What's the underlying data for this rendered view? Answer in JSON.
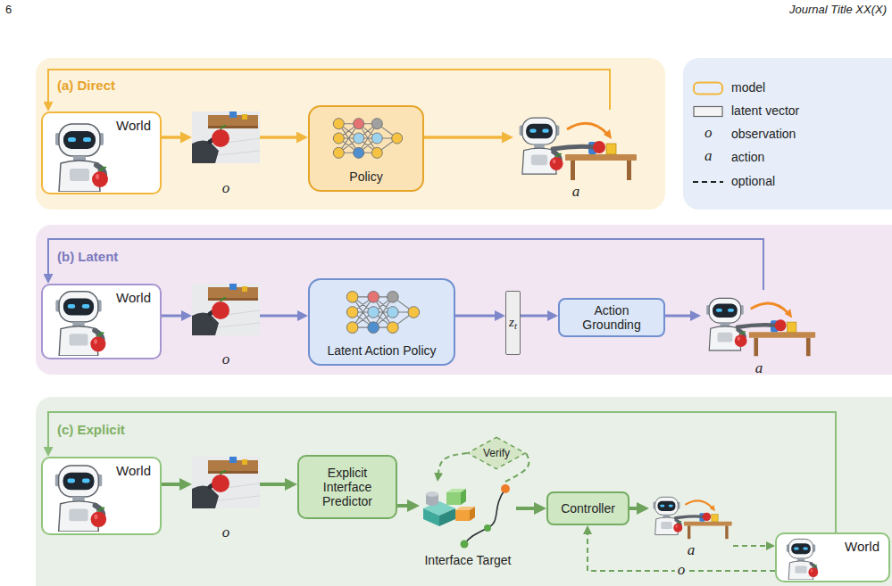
{
  "diagram": {
    "nodes": [
      {
        "text": [
          "(a) Direct"
        ]
      },
      {
        "text": [
          "World"
        ],
        "in": 0
      },
      {
        "text": [
          "o"
        ],
        "in": 0
      },
      {
        "text": [
          "Policy"
        ],
        "in": 0
      },
      {
        "text": [
          "a"
        ],
        "in": 0
      },
      {
        "text": [
          "(b) Latent"
        ]
      },
      {
        "text": [
          "World"
        ],
        "in": 5
      },
      {
        "text": [
          "o"
        ],
        "in": 5
      },
      {
        "text": [
          "Latent Action Policy"
        ],
        "in": 5
      },
      {
        "text": [
          "zt"
        ],
        "in": 5
      },
      {
        "text": [
          "Action Grounding"
        ],
        "in": 5
      },
      {
        "text": [
          "a"
        ],
        "in": 5
      },
      {
        "text": [
          "(c) Explicit"
        ]
      },
      {
        "text": [
          "World"
        ],
        "in": 12
      },
      {
        "text": [
          "o"
        ],
        "in": 12
      },
      {
        "text": [
          "Explicit Interface Predictor"
        ],
        "in": 12
      },
      {
        "text": [
          "Interface Target"
        ],
        "in": 12
      },
      {
        "text": [
          "Verify"
        ],
        "in": 12
      },
      {
        "text": [
          "Controller"
        ],
        "in": 12
      },
      {
        "text": [
          "a"
        ],
        "in": 12
      },
      {
        "text": [
          "World"
        ],
        "in": 12
      }
    ],
    "edges": [
      {
        "from": 1,
        "to": 2,
        "arrow": "to"
      },
      {
        "from": 2,
        "to": 3,
        "arrow": "to"
      },
      {
        "from": 3,
        "to": 4,
        "arrow": "to"
      },
      {
        "from": 4,
        "to": 1,
        "arrow": "to"
      },
      {
        "from": 6,
        "to": 7,
        "arrow": "to"
      },
      {
        "from": 7,
        "to": 8,
        "arrow": "to"
      },
      {
        "from": 8,
        "to": 9,
        "arrow": "to"
      },
      {
        "from": 9,
        "to": 10,
        "arrow": "to"
      },
      {
        "from": 10,
        "to": 11,
        "arrow": "to"
      },
      {
        "from": 11,
        "to": 6,
        "arrow": "to"
      },
      {
        "from": 13,
        "to": 14,
        "arrow": "to"
      },
      {
        "from": 14,
        "to": 15,
        "arrow": "to"
      },
      {
        "from": 15,
        "to": 16,
        "arrow": "to"
      },
      {
        "from": 16,
        "to": 17,
        "arrow": "none"
      },
      {
        "from": 17,
        "to": 16,
        "arrow": "to"
      },
      {
        "from": 16,
        "to": 18,
        "arrow": "to"
      },
      {
        "from": 18,
        "to": 19,
        "arrow": "to"
      },
      {
        "from": 19,
        "to": 20,
        "arrow": "to"
      },
      {
        "from": 20,
        "to": 18,
        "label": "o",
        "arrow": "to"
      },
      {
        "from": 20,
        "to": 13,
        "arrow": "to"
      }
    ],
    "labels": [
      "6",
      "Journal Title XX(X)",
      "o",
      "a"
    ],
    "legend": [
      {
        "text": "model"
      },
      {
        "text": "latent vector"
      },
      {
        "text": "observation"
      },
      {
        "text": "action"
      },
      {
        "text": "optional"
      }
    ]
  }
}
